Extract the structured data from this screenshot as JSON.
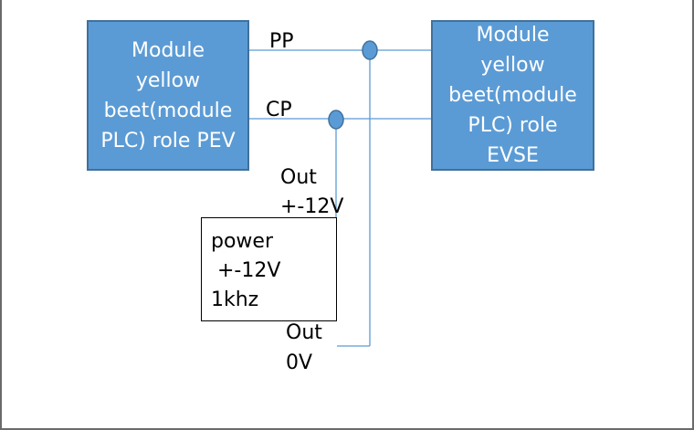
{
  "diagram": {
    "module_pev": {
      "lines": [
        "Module",
        "yellow",
        "beet(module",
        "PLC) role PEV"
      ]
    },
    "module_evse": {
      "lines": [
        "Module",
        "yellow",
        "beet(module",
        "PLC) role",
        "EVSE"
      ]
    },
    "wires": {
      "pp_label": "PP",
      "cp_label": "CP"
    },
    "power": {
      "lines": [
        "power",
        " +-12V",
        "1khz"
      ]
    },
    "outputs": {
      "out_top_line1": "Out",
      "out_top_line2": "+-12V",
      "out_bottom_line1": "Out",
      "out_bottom_line2": "0V"
    },
    "colors": {
      "module_fill": "#5b9bd5",
      "module_border": "#41719c",
      "wire": "#5b9bd5",
      "node_fill": "#5b9bd5",
      "node_border": "#41719c"
    }
  }
}
